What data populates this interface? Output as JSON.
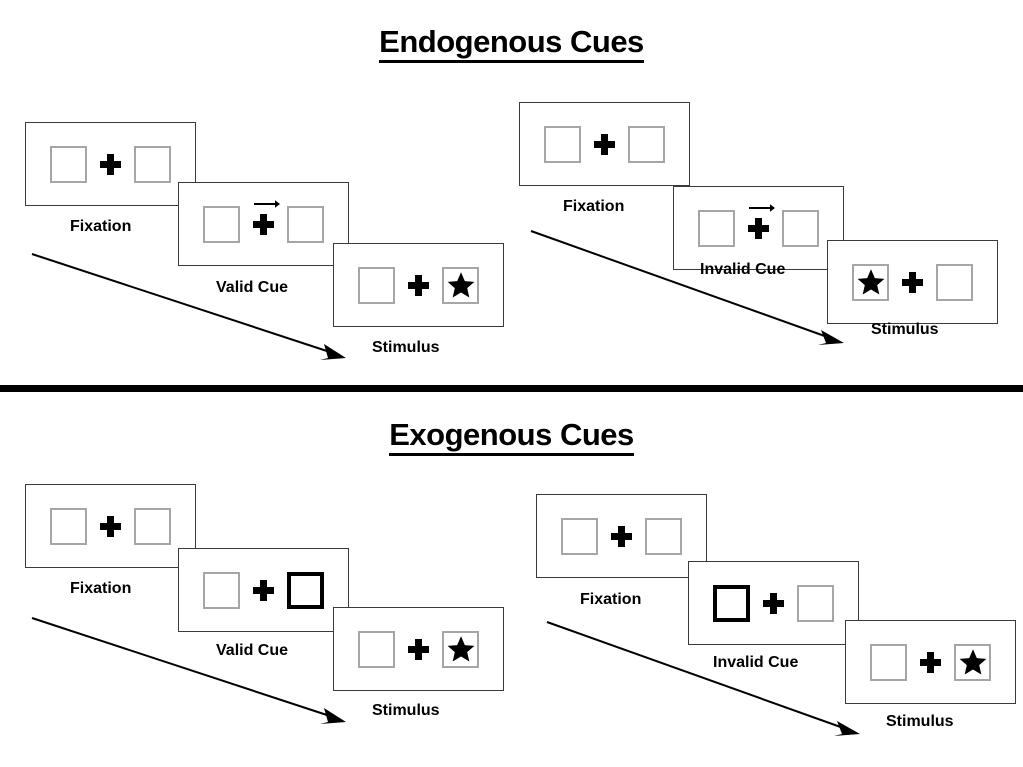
{
  "sections": [
    {
      "id": "endogenous",
      "title": "Endogenous Cues",
      "groups": [
        {
          "id": "endogenous-valid",
          "frames": [
            {
              "id": "fixation",
              "caption": "Fixation",
              "cue": "none",
              "left_box": "empty",
              "right_box": "empty"
            },
            {
              "id": "valid-cue",
              "caption": "Valid Cue",
              "cue": "arrow-right",
              "left_box": "empty",
              "right_box": "empty"
            },
            {
              "id": "stimulus",
              "caption": "Stimulus",
              "cue": "none",
              "left_box": "empty",
              "right_box": "star"
            }
          ]
        },
        {
          "id": "endogenous-invalid",
          "frames": [
            {
              "id": "fixation",
              "caption": "Fixation",
              "cue": "none",
              "left_box": "empty",
              "right_box": "empty"
            },
            {
              "id": "invalid-cue",
              "caption": "Invalid Cue",
              "cue": "arrow-right",
              "left_box": "empty",
              "right_box": "empty"
            },
            {
              "id": "stimulus",
              "caption": "Stimulus",
              "cue": "none",
              "left_box": "star",
              "right_box": "empty"
            }
          ]
        }
      ]
    },
    {
      "id": "exogenous",
      "title": "Exogenous Cues",
      "groups": [
        {
          "id": "exogenous-valid",
          "frames": [
            {
              "id": "fixation",
              "caption": "Fixation",
              "cue": "none",
              "left_box": "empty",
              "right_box": "empty"
            },
            {
              "id": "valid-cue",
              "caption": "Valid Cue",
              "cue": "box-flash-right",
              "left_box": "empty",
              "right_box": "cued"
            },
            {
              "id": "stimulus",
              "caption": "Stimulus",
              "cue": "none",
              "left_box": "empty",
              "right_box": "star"
            }
          ]
        },
        {
          "id": "exogenous-invalid",
          "frames": [
            {
              "id": "fixation",
              "caption": "Fixation",
              "cue": "none",
              "left_box": "empty",
              "right_box": "empty"
            },
            {
              "id": "invalid-cue",
              "caption": "Invalid Cue",
              "cue": "box-flash-left",
              "left_box": "cued",
              "right_box": "empty"
            },
            {
              "id": "stimulus",
              "caption": "Stimulus",
              "cue": "none",
              "left_box": "empty",
              "right_box": "star"
            }
          ]
        }
      ]
    }
  ],
  "captions": {
    "fixation": "Fixation",
    "valid_cue": "Valid Cue",
    "invalid_cue": "Invalid Cue",
    "stimulus": "Stimulus"
  },
  "titles": {
    "endogenous": "Endogenous Cues",
    "exogenous": "Exogenous Cues"
  },
  "colors": {
    "ink": "#000000",
    "panel_border": "#3a3a3a",
    "box_border": "#a6a6a6",
    "cued_box_border": "#000000",
    "background": "#ffffff"
  }
}
